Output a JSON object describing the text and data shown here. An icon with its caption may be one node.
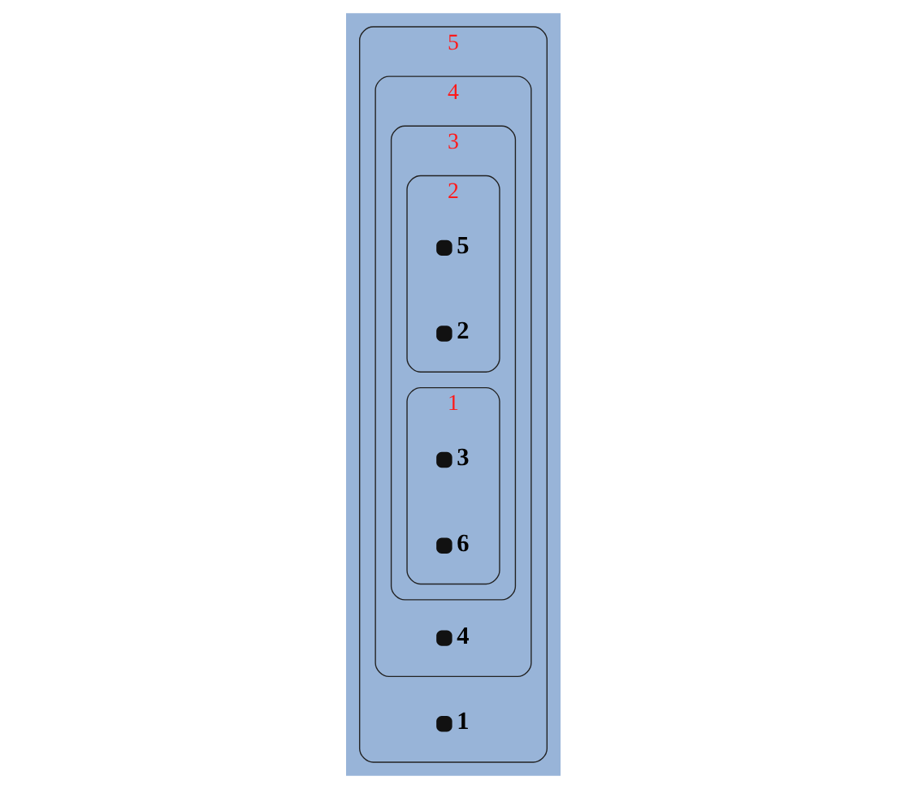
{
  "diagram": {
    "nodes": [
      {
        "text": [
          "5"
        ]
      },
      {
        "text": [],
        "shape": "circle",
        "beside": [
          "1"
        ],
        "in": 0
      },
      {
        "text": [
          "4"
        ],
        "in": 0
      },
      {
        "text": [
          "3"
        ],
        "in": 2
      },
      {
        "text": [
          "2"
        ],
        "in": 3
      },
      {
        "text": [],
        "shape": "circle",
        "beside": [
          "5"
        ],
        "in": 4
      },
      {
        "text": [],
        "shape": "circle",
        "beside": [
          "2"
        ],
        "in": 4
      },
      {
        "text": [
          "1"
        ],
        "in": 3
      },
      {
        "text": [],
        "shape": "circle",
        "beside": [
          "3"
        ],
        "in": 7
      },
      {
        "text": [],
        "shape": "circle",
        "beside": [
          "6"
        ],
        "in": 7
      },
      {
        "text": [],
        "shape": "circle",
        "beside": [
          "4"
        ],
        "in": 2
      }
    ],
    "edges": []
  }
}
